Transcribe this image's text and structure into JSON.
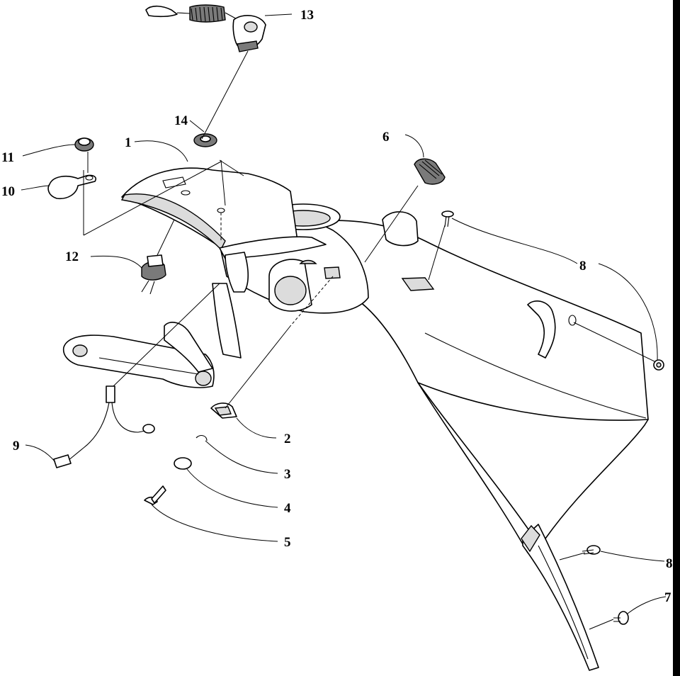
{
  "diagram": {
    "callouts": [
      {
        "id": "1",
        "label": "1"
      },
      {
        "id": "2",
        "label": "2"
      },
      {
        "id": "3",
        "label": "3"
      },
      {
        "id": "4",
        "label": "4"
      },
      {
        "id": "5",
        "label": "5"
      },
      {
        "id": "6",
        "label": "6"
      },
      {
        "id": "7",
        "label": "7"
      },
      {
        "id": "8a",
        "label": "8"
      },
      {
        "id": "8b",
        "label": "8"
      },
      {
        "id": "9",
        "label": "9"
      },
      {
        "id": "10",
        "label": "10"
      },
      {
        "id": "11",
        "label": "11"
      },
      {
        "id": "12",
        "label": "12"
      },
      {
        "id": "13",
        "label": "13"
      },
      {
        "id": "14",
        "label": "14"
      }
    ],
    "colors": {
      "line": "#000000",
      "background": "#ffffff",
      "shade": "#dcdcdc"
    }
  }
}
